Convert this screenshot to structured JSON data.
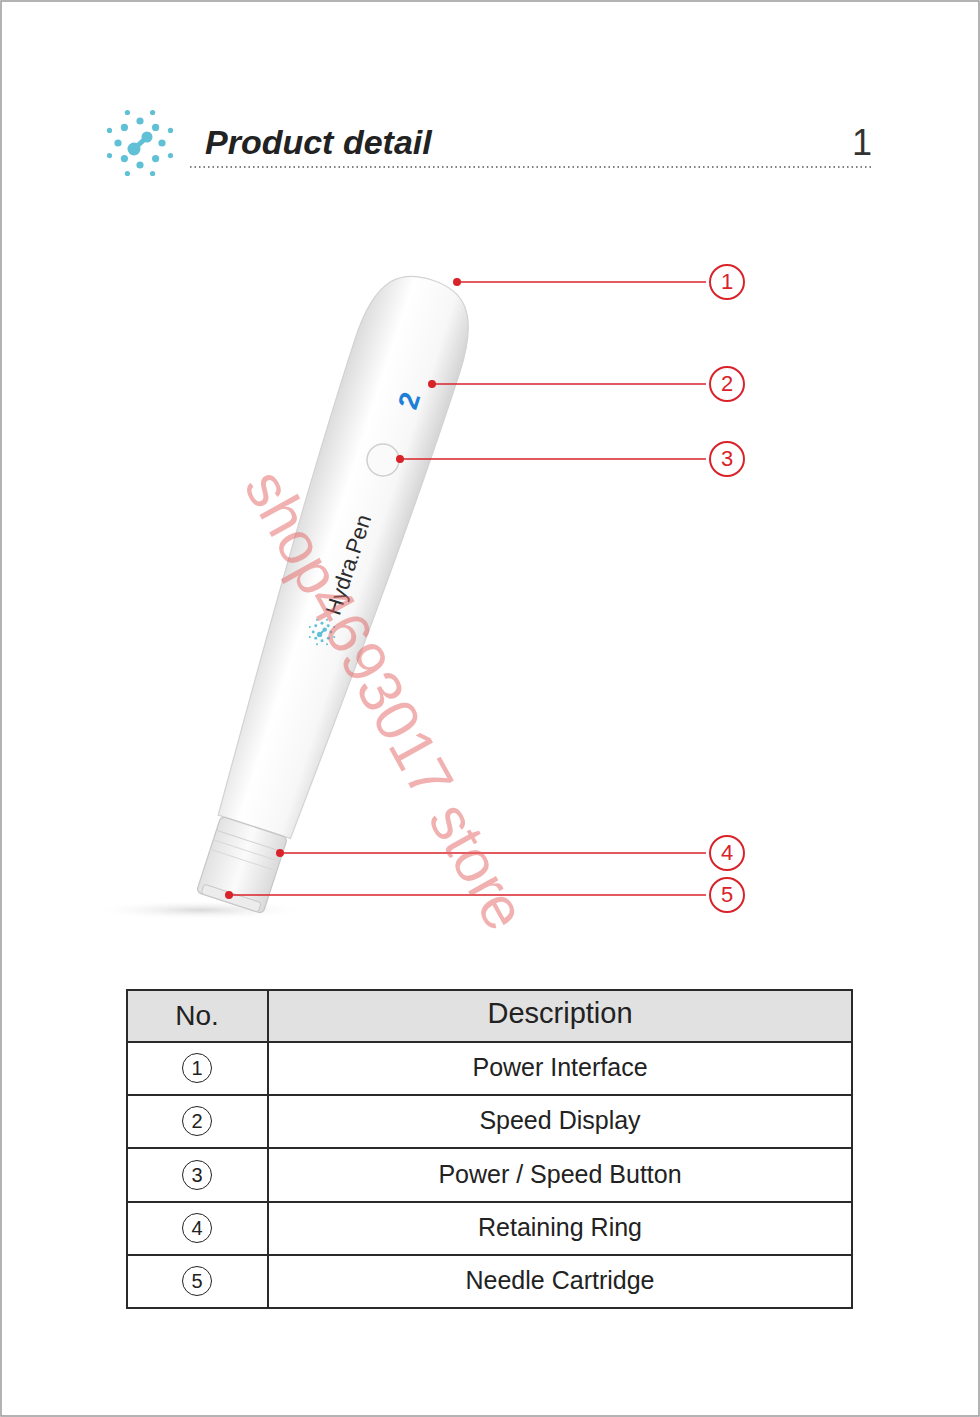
{
  "diagram": {
    "title": "Product detail",
    "labels": [
      "1",
      "1",
      "2",
      "3",
      "4",
      "5",
      "2",
      "Hydra.Pen",
      "shop4693017 store",
      "No.",
      "Description",
      "1",
      "Power Interface",
      "2",
      "Speed Display",
      "3",
      "Power / Speed Button",
      "4",
      "Retaining Ring",
      "5",
      "Needle Cartridge"
    ]
  }
}
